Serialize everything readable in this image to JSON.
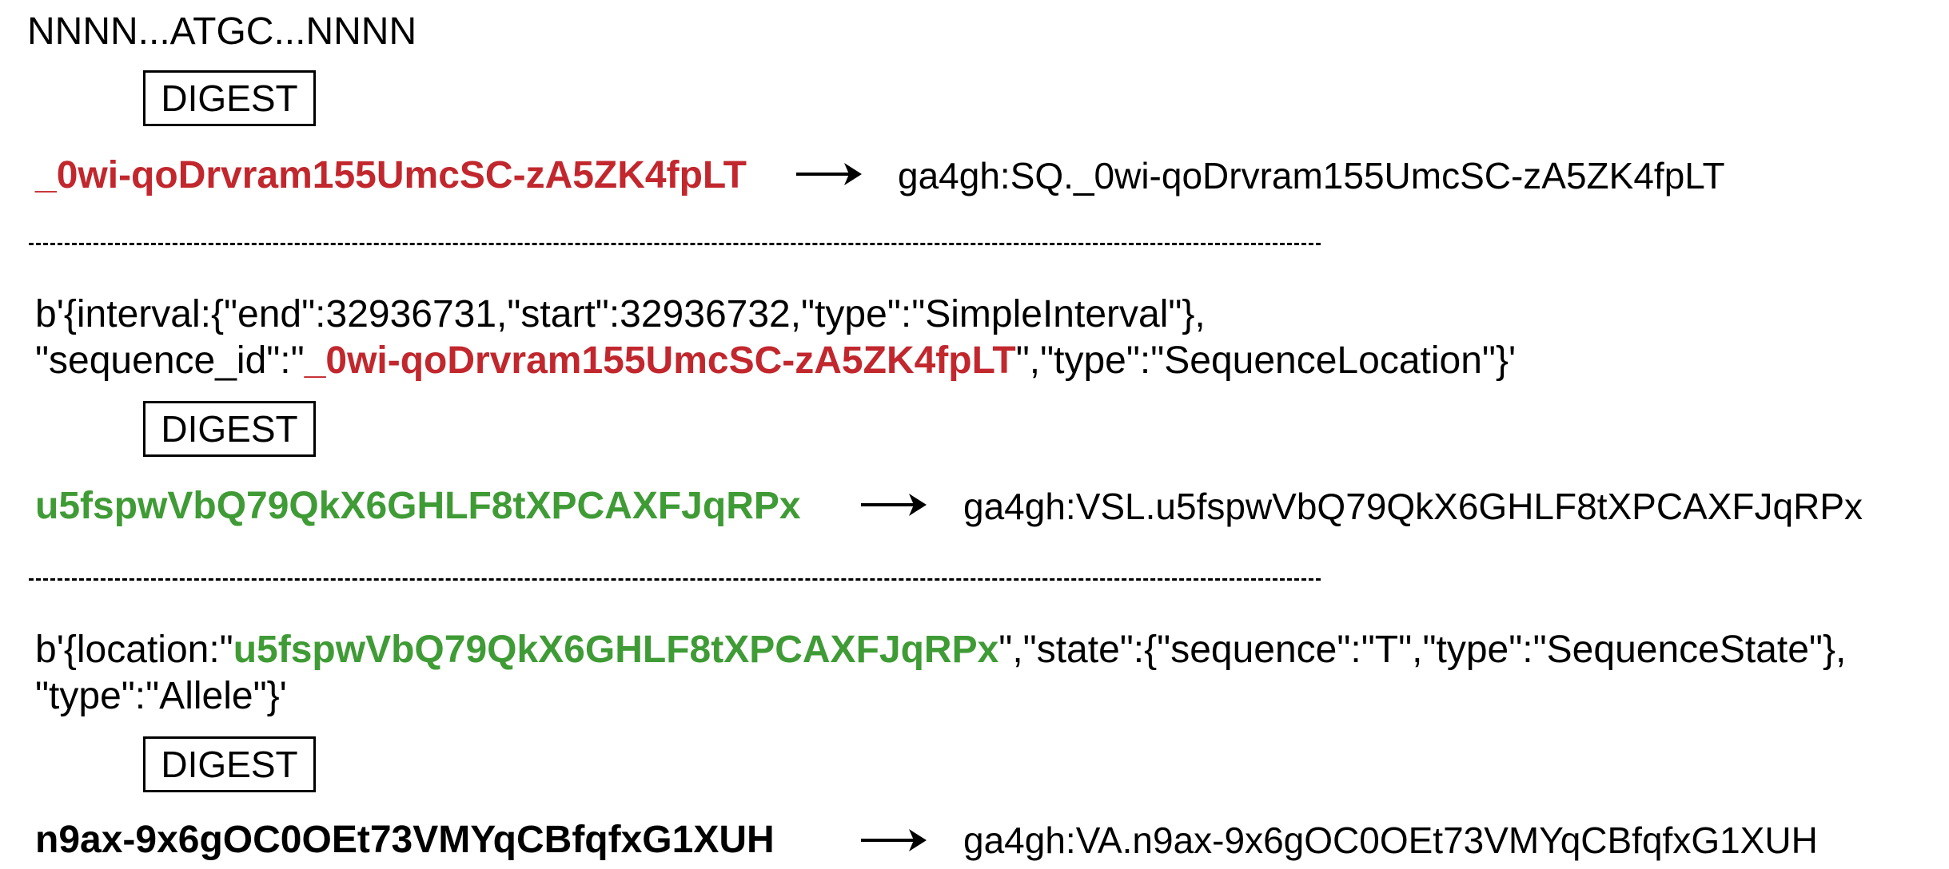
{
  "header": {
    "sequence": "NNNN...ATGC...NNNN"
  },
  "digest_label": "DIGEST",
  "step1": {
    "digest": "_0wi-qoDrvram155UmcSC-zA5ZK4fpLT",
    "result": "ga4gh:SQ._0wi-qoDrvram155UmcSC-zA5ZK4fpLT"
  },
  "step2": {
    "line1": "b'{interval:{\"end\":32936731,\"start\":32936732,\"type\":\"SimpleInterval\"},",
    "line2_prefix": "\"sequence_id\":\"",
    "line2_id": "_0wi-qoDrvram155UmcSC-zA5ZK4fpLT",
    "line2_suffix": "\",\"type\":\"SequenceLocation\"}'",
    "digest": "u5fspwVbQ79QkX6GHLF8tXPCAXFJqRPx",
    "result": "ga4gh:VSL.u5fspwVbQ79QkX6GHLF8tXPCAXFJqRPx"
  },
  "step3": {
    "line1_prefix": "b'{location:\"",
    "line1_id": "u5fspwVbQ79QkX6GHLF8tXPCAXFJqRPx",
    "line1_suffix": "\",\"state\":{\"sequence\":\"T\",\"type\":\"SequenceState\"},",
    "line2": "\"type\":\"Allele\"}'",
    "digest": "n9ax-9x6gOC0OEt73VMYqCBfqfxG1XUH",
    "result": "ga4gh:VA.n9ax-9x6gOC0OEt73VMYqCBfqfxG1XUH"
  },
  "colors": {
    "sequence_digest": "#c1272d",
    "location_digest": "#3f9b35",
    "text": "#000000"
  },
  "icons": {
    "arrow": "right-arrow-icon"
  }
}
